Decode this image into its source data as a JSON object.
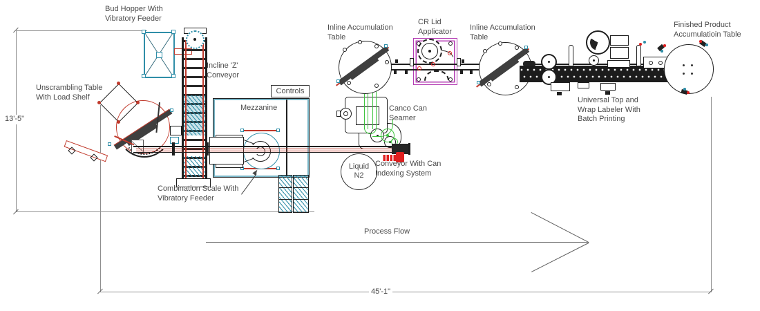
{
  "labels": {
    "bud_hopper": "Bud Hopper With\nVibratory Feeder",
    "incline_z": "Incline 'Z'\nConveyor",
    "unscrambling": "Unscrambling Table\nWith Load Shelf",
    "controls": "Controls",
    "mezzanine": "Mezzanine",
    "combination_scale": "Combination Scale With\nVibratory Feeder",
    "inline_accumulation_1": "Inline Accumulation\nTable",
    "cr_lid": "CR Lid\nApplicator",
    "inline_accumulation_2": "Inline Accumulation\nTable",
    "canco": "Canco Can\nSeamer",
    "liquid_n2": "Liquid\nN2",
    "conveyor_indexing": "Conveyor With Can\nIndexing System",
    "universal_labeler": "Universal Top and\nWrap Labeler With\nBatch Printing",
    "finished_product": "Finished Product\nAccumulatioin Table",
    "process_flow": "Process Flow"
  },
  "dimensions": {
    "height": "13'-5\"",
    "length": "45'-1\""
  },
  "colors": {
    "teal": "#2f8ea8",
    "red": "#c0392b",
    "bright_red": "#e01f1f",
    "green": "#3fc43f",
    "magenta": "#b43cb4",
    "ink": "#1f1f1f",
    "dim_gray": "#8f8f8f",
    "text": "#4a4a4a"
  }
}
